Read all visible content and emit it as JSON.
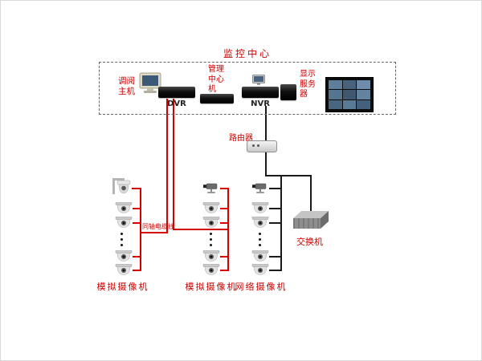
{
  "monitoring_center": {
    "title": "监控中心",
    "review_host": "调阅主机",
    "dvr": "DVR",
    "management": "管理中心机",
    "nvr": "NVR",
    "display_server": "显示服务器"
  },
  "network": {
    "router": "路由器",
    "switch": "交换机",
    "coaxial_cable": "同轴电缆线"
  },
  "camera_groups": [
    {
      "label": "模拟摄像机"
    },
    {
      "label": "模拟摄像机"
    },
    {
      "label": "网络摄像机"
    }
  ],
  "colors": {
    "accent_red": "#cc0000",
    "line_red": "#d40000",
    "line_black": "#1a1a1a"
  }
}
